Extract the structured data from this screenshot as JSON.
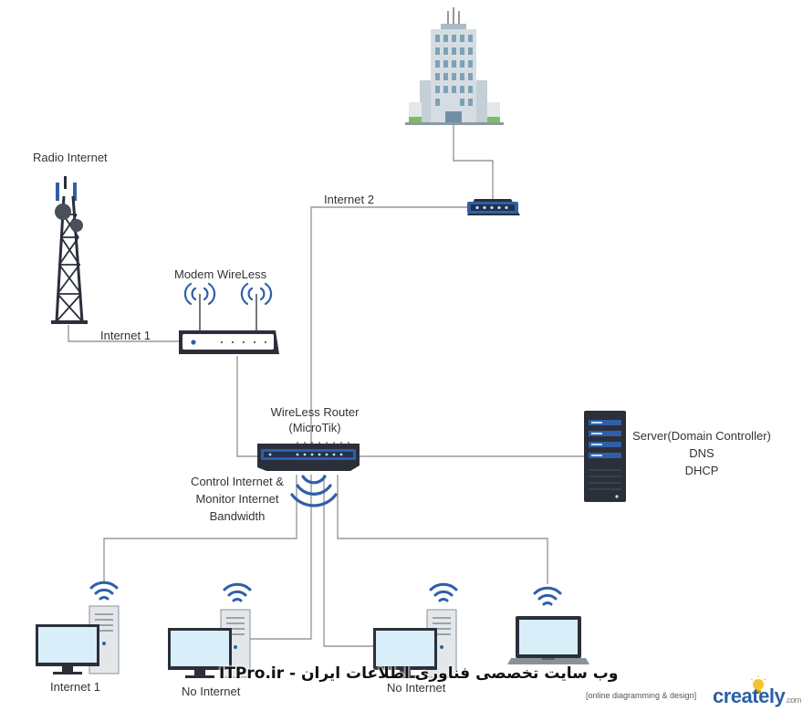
{
  "labels": {
    "radio_internet": "Radio Internet",
    "internet_2": "Internet 2",
    "modem_wireless": "Modem WireLess",
    "internet_1_link": "Internet 1",
    "router_line1": "WireLess Router",
    "router_line2": "(MicroTik)",
    "control_line1": "Control Internet &",
    "control_line2": "Monitor Internet",
    "control_line3": "Bandwidth",
    "server_line1": "Server(Domain Controller)",
    "server_line2": "DNS",
    "server_line3": "DHCP",
    "pc1": "Internet 1",
    "pc2": "No Internet",
    "pc3": "No Internet"
  },
  "watermark": "ITPro.ir - وب سایت تخصصی فناوری اطلاعات ایران",
  "footer": {
    "credit": "[online diagramming & design]",
    "brand": "creately",
    "brand_suffix": ".com"
  },
  "colors": {
    "line": "#999999",
    "device_dark": "#2b2f3a",
    "accent_blue": "#2f5fa8",
    "screen_blue": "#d8eef8"
  },
  "icons": [
    "building-icon",
    "radio-tower-icon",
    "modem-icon",
    "router-icon",
    "switch-icon",
    "server-icon",
    "desktop-pc-icon",
    "laptop-icon",
    "wifi-icon"
  ]
}
